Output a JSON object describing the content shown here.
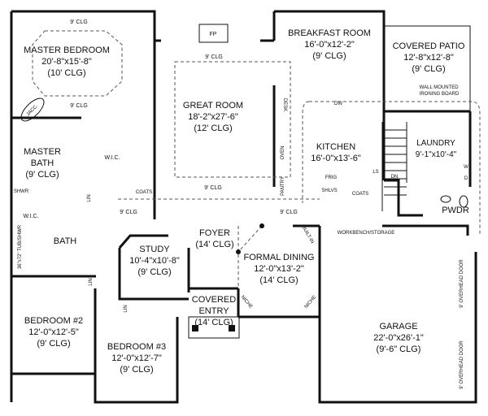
{
  "rooms": {
    "master_bedroom": {
      "name": "MASTER BEDROOM",
      "size": "20'-8\"x15'-8\"",
      "ceiling": "(10' CLG)"
    },
    "great_room": {
      "name": "GREAT ROOM",
      "size": "18'-2\"x27'-6\"",
      "ceiling": "(12' CLG)"
    },
    "breakfast_room": {
      "name": "BREAKFAST ROOM",
      "size": "16'-0\"x12'-2\"",
      "ceiling": "(9' CLG)"
    },
    "covered_patio": {
      "name": "COVERED PATIO",
      "size": "12'-8\"x12'-8\"",
      "ceiling": "(9' CLG)"
    },
    "kitchen": {
      "name": "KITCHEN",
      "size": "16'-0\"x13'-6\""
    },
    "laundry": {
      "name": "LAUNDRY",
      "size": "9'-1\"x10'-4\""
    },
    "master_bath": {
      "name": "MASTER",
      "name2": "BATH",
      "ceiling": "(9' CLG)"
    },
    "bath": {
      "name": "BATH"
    },
    "pwdr": {
      "name": "PWDR"
    },
    "study": {
      "name": "STUDY",
      "size": "10'-4\"x10'-8\"",
      "ceiling": "(9' CLG)"
    },
    "foyer": {
      "name": "FOYER",
      "ceiling": "(14' CLG)"
    },
    "formal_dining": {
      "name": "FORMAL DINING",
      "size": "12'-0\"x13'-2\"",
      "ceiling": "(14' CLG)"
    },
    "covered_entry": {
      "name": "COVERED",
      "name2": "ENTRY",
      "ceiling": "(14' CLG)"
    },
    "bedroom2": {
      "name": "BEDROOM #2",
      "size": "12'-0\"x12'-5\"",
      "ceiling": "(9' CLG)"
    },
    "bedroom3": {
      "name": "BEDROOM #3",
      "size": "12'-0\"x12'-7\"",
      "ceiling": "(9' CLG)"
    },
    "garage": {
      "name": "GARAGE",
      "size": "22'-0\"x26'-1\"",
      "ceiling": "(9'-6\" CLG)"
    }
  },
  "annotations": {
    "clg9": "9' CLG",
    "fp": "FP",
    "wic": "W.I.C.",
    "jacc": "JACC.",
    "shwr": "SHWR",
    "tub": "36\"x72\" TUB/SHWR",
    "lin": "LIN",
    "coats": "COATS",
    "pantry": "PANTRY",
    "oven": "OVEN",
    "desk": "DESK",
    "dw": "DW",
    "frig": "FRIG",
    "ls": "LS",
    "dn": "DN",
    "shlvs": "SHLVS",
    "w": "W",
    "d": "D",
    "ironing": "WALL MOUNTED",
    "ironing2": "IRONING BOARD",
    "workbench": "WORKBENCH/STORAGE",
    "builtin": "BUILT-IN",
    "niche": "NICHE",
    "overhead_door": "9' OVERHEAD DOOR"
  }
}
